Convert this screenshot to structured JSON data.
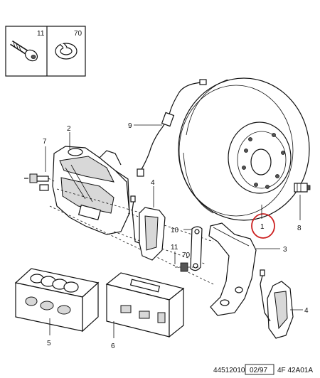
{
  "callouts": {
    "c1": "1",
    "c2": "2",
    "c3": "3",
    "c4a": "4",
    "c4b": "4",
    "c5": "5",
    "c6": "6",
    "c7": "7",
    "c8": "8",
    "c9": "9",
    "c10": "10",
    "c11": "11",
    "c11box": "11",
    "c70": "70",
    "c70box": "70"
  },
  "footer": {
    "ref": "44512010",
    "date": "02/97",
    "code": "4F 42A01A"
  },
  "colors": {
    "ink": "#111111",
    "highlight": "#cc1f1f",
    "paper": "#ffffff"
  }
}
